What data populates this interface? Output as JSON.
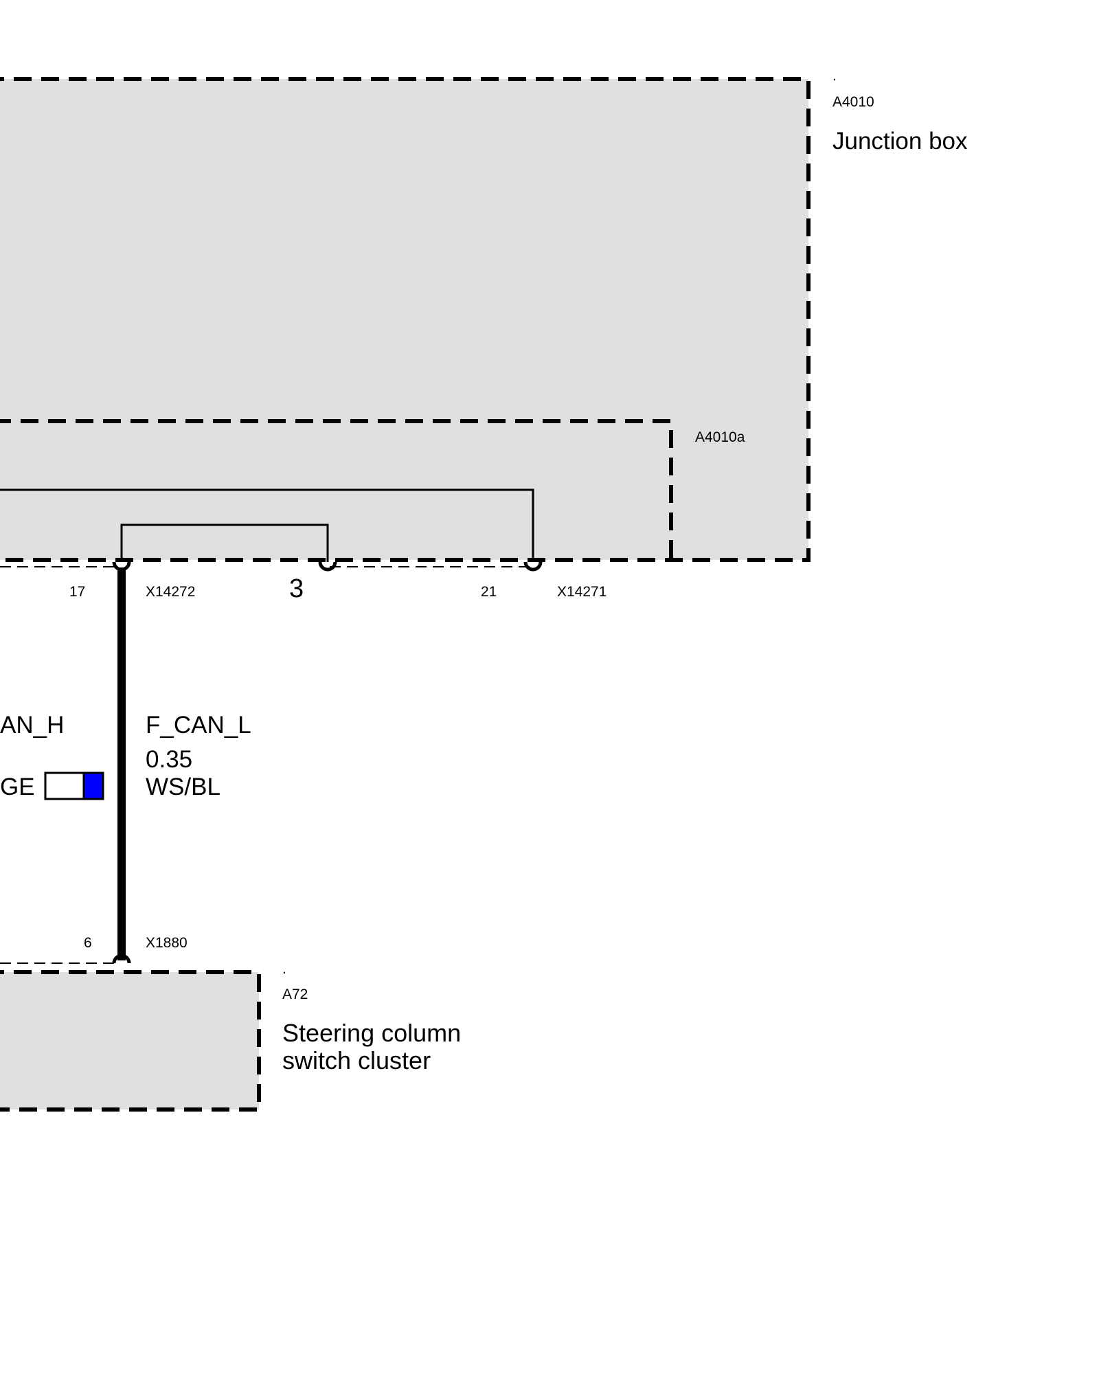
{
  "components": {
    "junction_box": {
      "dot": ".",
      "id": "A4010",
      "name": "Junction box"
    },
    "junction_box_sub": {
      "id": "A4010a"
    },
    "steering_column": {
      "dot": ".",
      "id": "A72",
      "name_line1": "Steering column",
      "name_line2": "switch cluster"
    }
  },
  "connectors": {
    "upper_left": {
      "id": "X14272",
      "pin": "17"
    },
    "upper_right": {
      "id": "X14271",
      "pin": "21"
    },
    "bridge_pin": "3",
    "lower": {
      "id": "X1880",
      "pin": "6"
    }
  },
  "wires": {
    "left_partial": {
      "signal": "AN_H",
      "color_code": "GE"
    },
    "main": {
      "signal": "F_CAN_L",
      "cross_section": "0.35",
      "color_code": "WS/BL"
    }
  },
  "colors": {
    "box_fill": "#e0e0e0",
    "wire_primary": "#ffffff",
    "wire_stripe": "#0000ff"
  }
}
